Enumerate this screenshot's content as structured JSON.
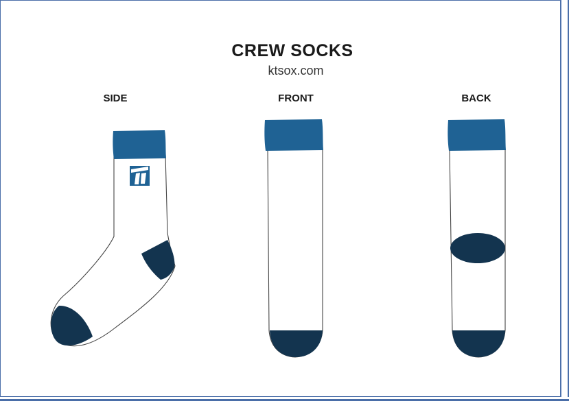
{
  "header": {
    "title": "CREW SOCKS",
    "subtitle": "ktsox.com"
  },
  "views": {
    "side": {
      "label": "SIDE"
    },
    "front": {
      "label": "FRONT"
    },
    "back": {
      "label": "BACK"
    }
  },
  "colors": {
    "cuff": "#1f6294",
    "heel_toe": "#13344f",
    "body": "#ffffff",
    "outline": "#444444",
    "frame": "#4a6ea8"
  },
  "icons": [
    "logo-icon"
  ]
}
